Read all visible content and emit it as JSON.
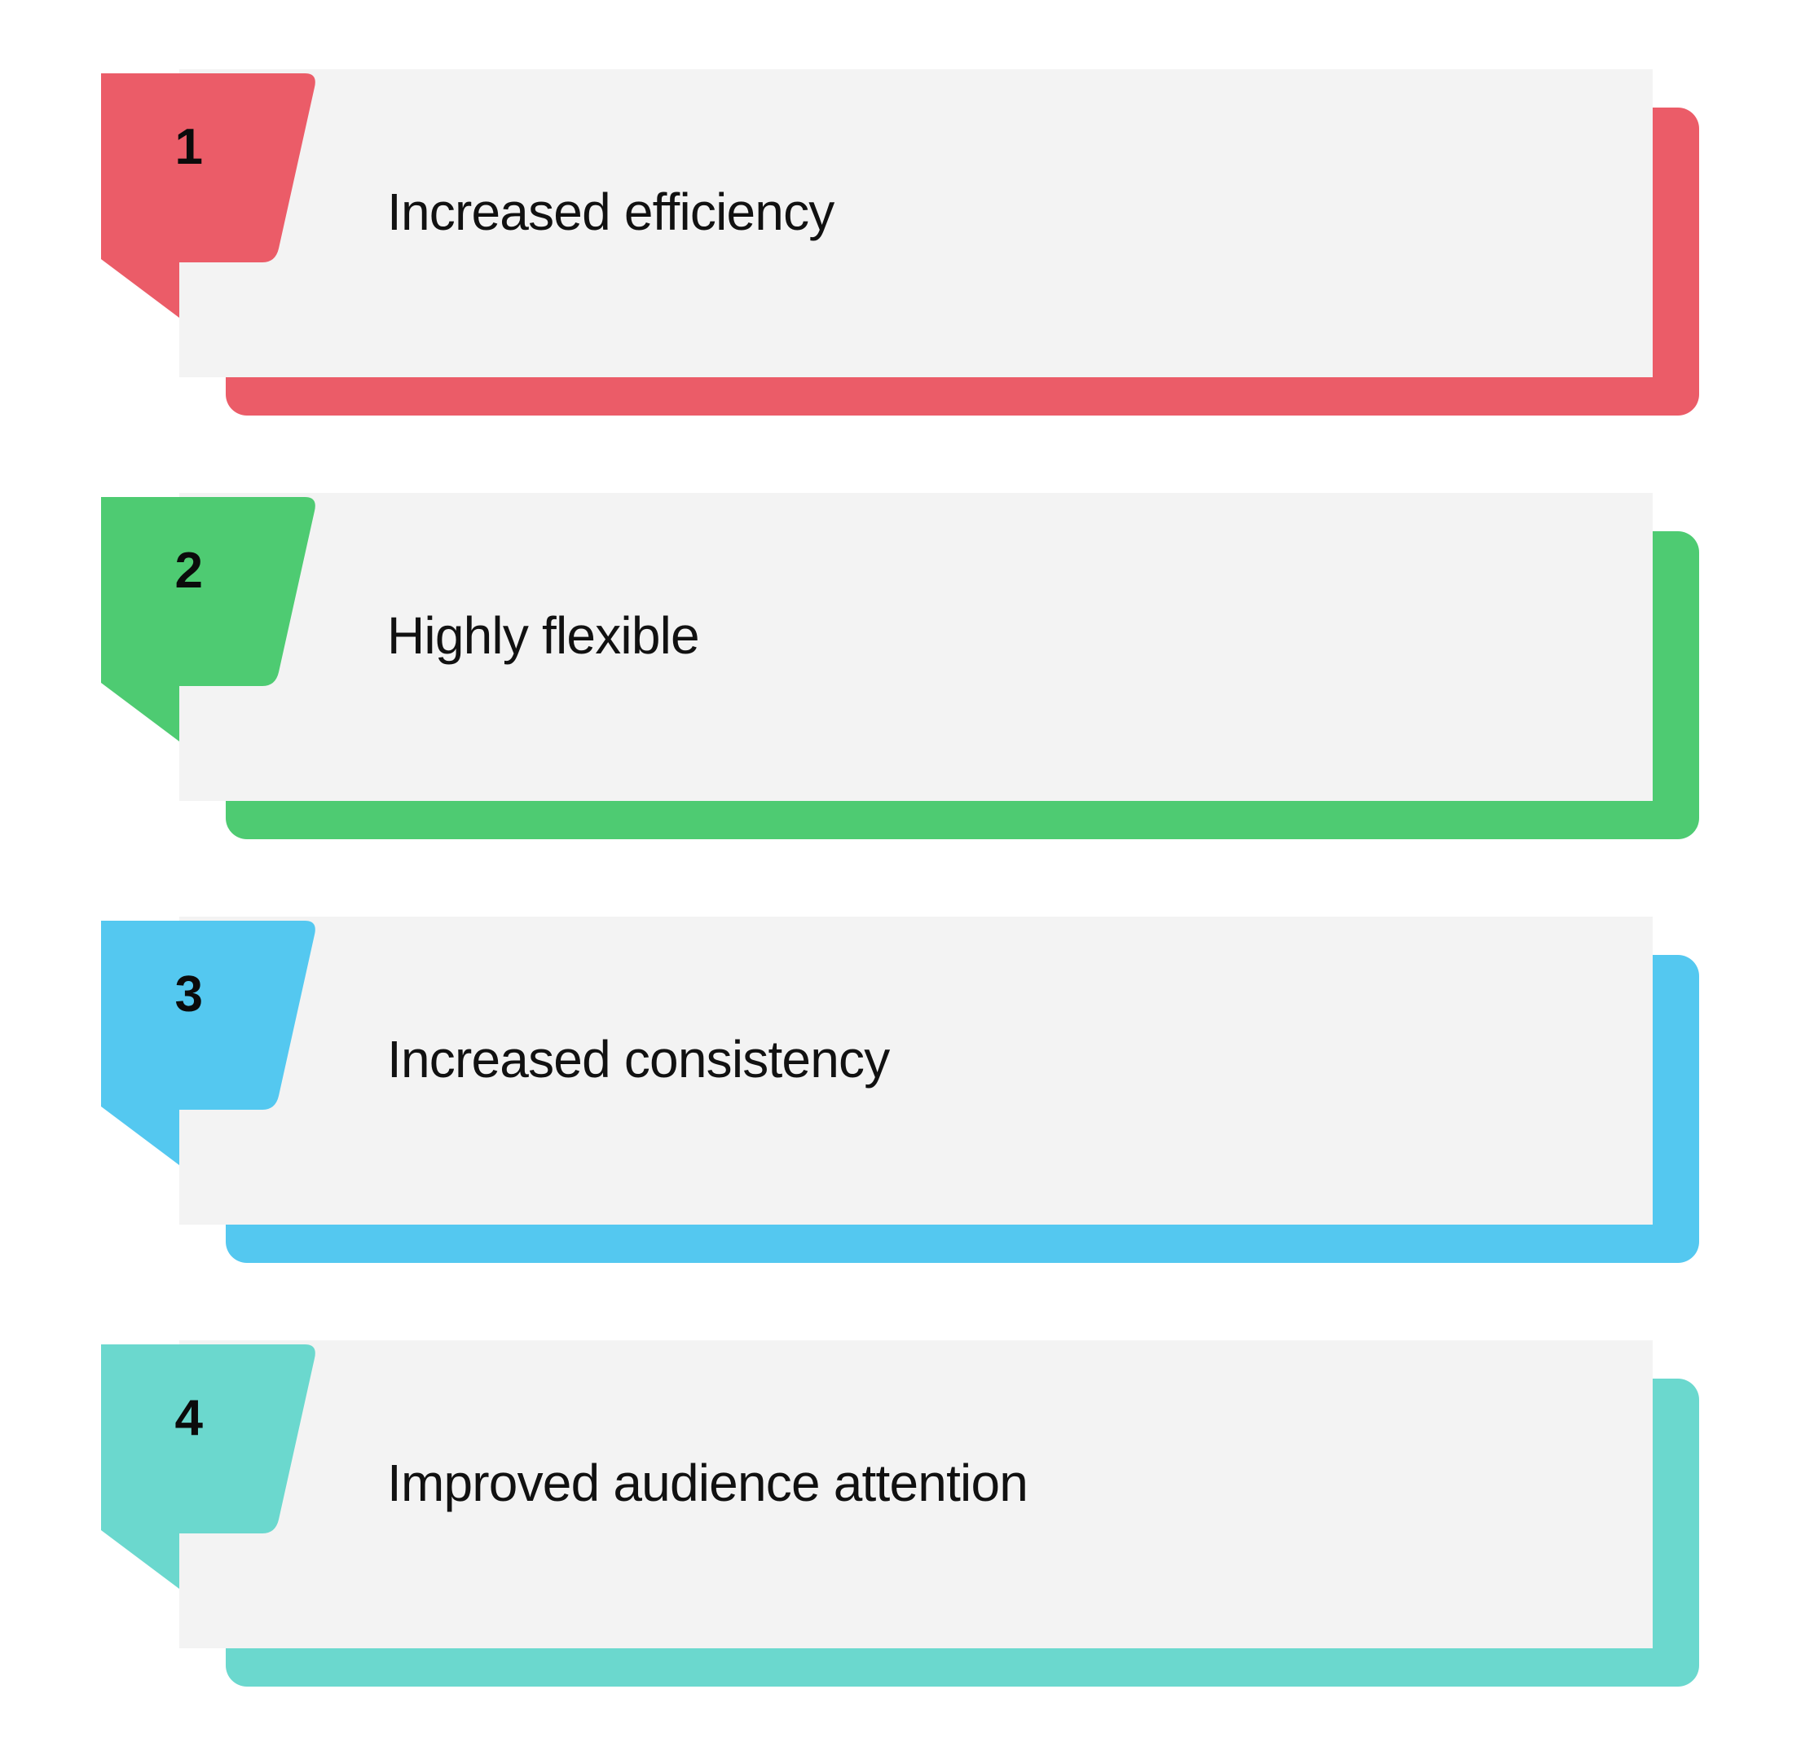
{
  "diagram": {
    "type": "numbered-list-infographic",
    "orientation": "vertical",
    "background_color": "#ffffff",
    "panel_color": "#f3f3f3",
    "text_color": "#111111",
    "items": [
      {
        "number": "1",
        "label": "Increased efficiency",
        "accent_color": "#eb5c68"
      },
      {
        "number": "2",
        "label": "Highly flexible",
        "accent_color": "#4ecb72"
      },
      {
        "number": "3",
        "label": "Increased consistency",
        "accent_color": "#54c8f0"
      },
      {
        "number": "4",
        "label": "Improved audience attention",
        "accent_color": "#6bd8ce"
      }
    ]
  }
}
